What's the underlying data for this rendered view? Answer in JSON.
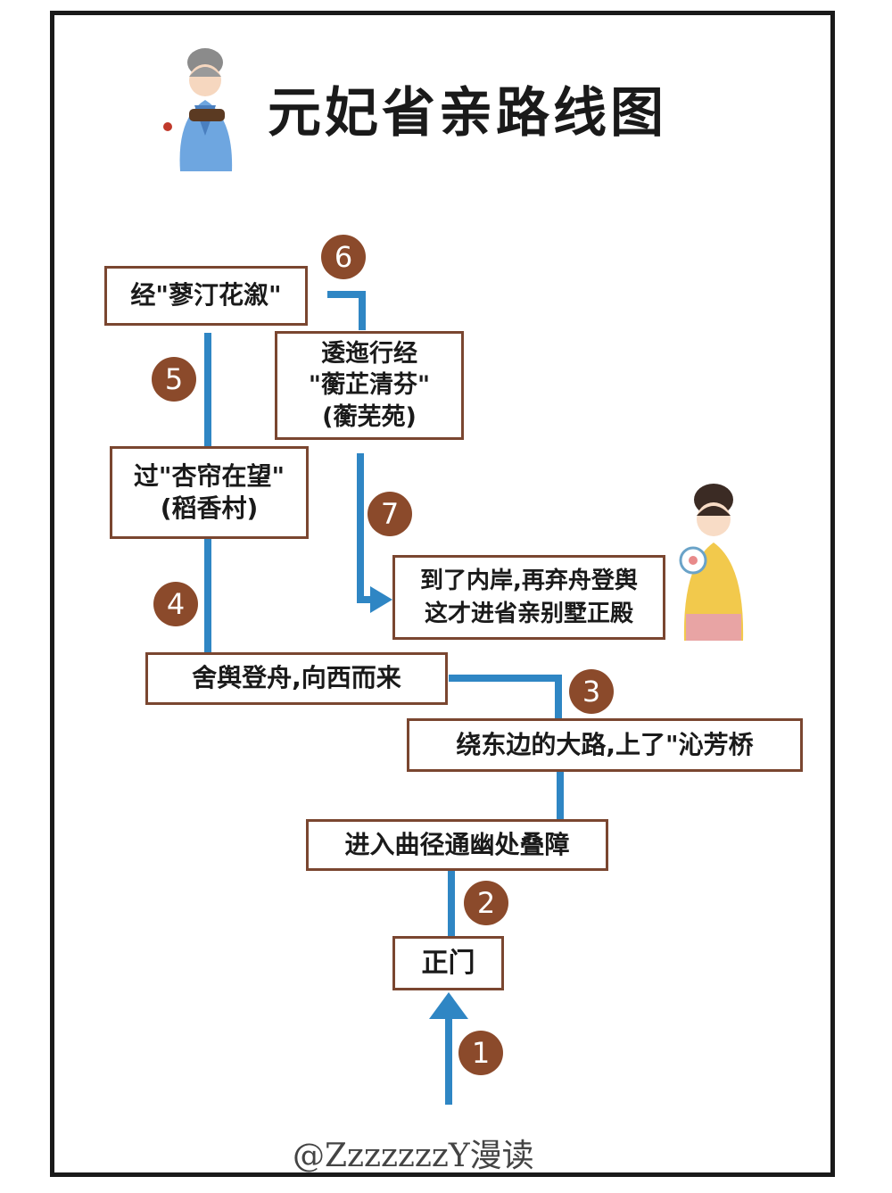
{
  "title": "元妃省亲路线图",
  "watermark": "@ZzzzzzzY漫读",
  "colors": {
    "line": "#2f86c4",
    "box_border": "#7a4630",
    "badge": "#8b4a2b"
  },
  "steps": [
    {
      "id": "main-gate",
      "lines": [
        "正门"
      ]
    },
    {
      "id": "winding-path",
      "lines": [
        "进入曲径通幽处叠障"
      ]
    },
    {
      "id": "east-road",
      "lines": [
        "绕东边的大路,上了\"沁芳桥"
      ]
    },
    {
      "id": "board-boat",
      "lines": [
        "舍舆登舟,向西而来"
      ]
    },
    {
      "id": "apricot-village",
      "lines": [
        "过\"杏帘在望\"",
        "(稻香村)"
      ]
    },
    {
      "id": "smartweed",
      "lines": [
        "经\"蓼汀花溆\""
      ]
    },
    {
      "id": "hengwu",
      "lines": [
        "逶迤行经",
        "\"蘅芷清芬\"",
        "(蘅芜苑)"
      ]
    },
    {
      "id": "inner-shore",
      "lines": [
        "到了内岸,再弃舟登舆",
        "这才进省亲别墅正殿"
      ]
    }
  ],
  "markers": [
    "1",
    "2",
    "3",
    "4",
    "5",
    "6",
    "7"
  ]
}
